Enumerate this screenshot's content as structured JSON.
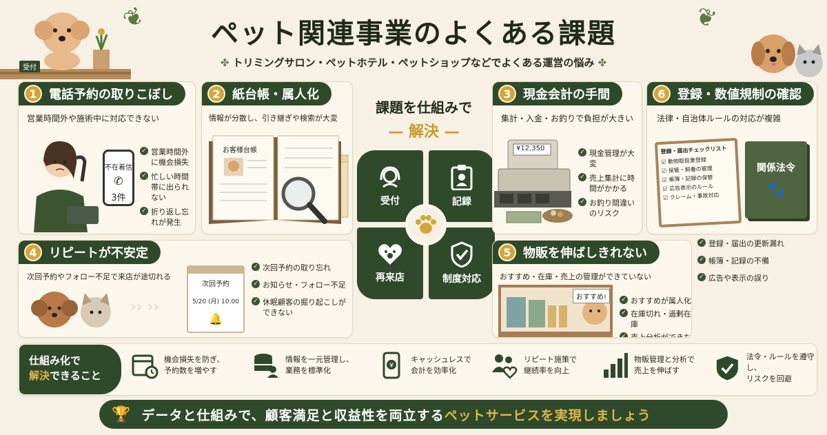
{
  "title": "ペット関連事業のよくある課題",
  "subtitle": "トリミングサロン・ペットホテル・ペットショップなどでよくある運営の悩み",
  "reception_sign": "受付",
  "center": {
    "line1": "課題を仕組みで",
    "line2": "解決",
    "q1": "受付",
    "q2": "記録",
    "q3": "再来店",
    "q4": "制度対応"
  },
  "panels": {
    "p1": {
      "num": "1",
      "title": "電話予約の取りこぼし",
      "sub": "営業時間外や施術中に対応できない",
      "phone_text1": "不在着信",
      "phone_text2": "3件",
      "bullets": [
        "営業時間外に機会損失",
        "忙しい時間帯に出られない",
        "折り返し忘れが発生"
      ]
    },
    "p2": {
      "num": "2",
      "title": "紙台帳・属人化",
      "sub": "情報が分散し、引き継ぎや検索が大変",
      "book_label": "お客様台帳"
    },
    "p3": {
      "num": "3",
      "title": "現金会計の手間",
      "sub": "集計・入金・お釣りで負担が大きい",
      "register_display": "¥12,350",
      "bullets": [
        "現金管理が大変",
        "売上集計に時間がかかる",
        "お釣り間違いのリスク"
      ]
    },
    "p6": {
      "num": "6",
      "title": "登録・数値規制の確認",
      "sub": "法律・自治体ルールの対応が複雑",
      "checklist_title": "登録・届出チェックリスト",
      "checklist": [
        "動物取扱業登録",
        "保管・飼養の管理",
        "帳簿・記録の保管",
        "広告表示のルール",
        "クレーム・事故対応"
      ],
      "book_label": "関係法令",
      "bullets": [
        "登録・届出の更新漏れ",
        "帳簿・記録の不備",
        "広告や表示の誤り"
      ]
    },
    "p4": {
      "num": "4",
      "title": "リピートが不安定",
      "sub": "次回予約やフォロー不足で来店が途切れる",
      "calendar_title": "次回予約",
      "calendar_date": "5/20 (月) 10:00",
      "bullets": [
        "次回予約の取り忘れ",
        "お知らせ・フォロー不足",
        "休眠顧客の掘り起こしができない"
      ]
    },
    "p5": {
      "num": "5",
      "title": "物販を伸ばしきれない",
      "sub": "おすすめ・在庫・売上の管理ができていない",
      "pop": "おすすめ!",
      "bullets": [
        "おすすめが属人化",
        "在庫切れ・過剰在庫",
        "売上分析ができない"
      ]
    }
  },
  "bottom": {
    "label1": "仕組み化で",
    "label2_accent": "解決",
    "label2_rest": "できること",
    "items": [
      {
        "icon": "calendar-icon",
        "l1": "機会損失を防ぎ、",
        "l2": "予約数を増やす"
      },
      {
        "icon": "database-icon",
        "l1": "情報を一元管理し、",
        "l2": "業務を標準化"
      },
      {
        "icon": "smartphone-yen-icon",
        "l1": "キャッシュレスで",
        "l2": "会計を効率化"
      },
      {
        "icon": "people-heart-icon",
        "l1": "リピート施策で",
        "l2": "継続率を向上"
      },
      {
        "icon": "bar-chart-icon",
        "l1": "物販管理と分析で",
        "l2": "売上を伸ばす"
      },
      {
        "icon": "shield-check-icon",
        "l1": "法令・ルールを遵守し、",
        "l2": "リスクを回避"
      }
    ]
  },
  "banner": {
    "text": "データと仕組みで、顧客満足と収益性を両立する",
    "accent": "ペットサービスを実現しましょう"
  },
  "colors": {
    "dark_green": "#2f4a2a",
    "gold": "#d4a63a",
    "cream": "#f6f1e4"
  }
}
